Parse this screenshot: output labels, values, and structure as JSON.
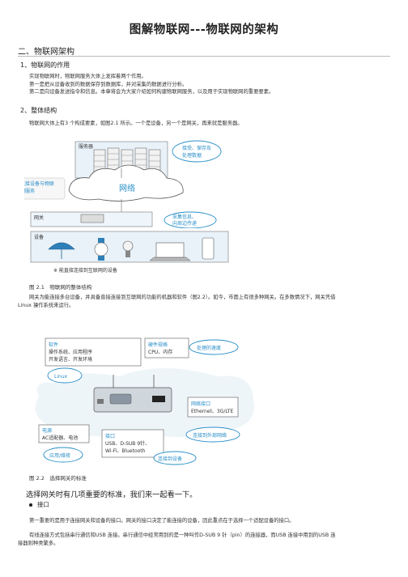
{
  "doc": {
    "title": "图解物联网---物联网的架构",
    "section": "二、物联网架构",
    "sub1": "1、物联网的作用",
    "p1": [
      "实现物联网时，物联网服务大体上发挥着两个作用。",
      "第一是把从设备收到的数据保存到数据库，并对采集的数据进行分析。",
      "第二是向设备发送指令和信息。本章将会为大家介绍如何构建物联网服务，以及用于实现物联网的重要要素。"
    ],
    "sub2": "2、整体结构",
    "p2": "物联网大体上有3 个构成要素，如图2.1 所示。一个是设备，另一个是网关，再来就是服务器。",
    "fig1": {
      "server": "服务器",
      "note_accum": [
        "接受、保存及",
        "处理数据"
      ],
      "cloud": "网络",
      "note_connect": [
        "连接设备与物联",
        "网服务"
      ],
      "gateway": "网关",
      "note_collect": [
        "采集信息、",
        "向周边传递"
      ],
      "devices": "设备",
      "footnote": "※ 能直接连接到互联网的设备",
      "caption": "图 2.1　物联网的整体结构"
    },
    "p3": [
      "网关为能连接多台设备，并具备直接连接到互联网的功能的机器和软件（图2.2）。如今，市面上有很多种网关。在多数情况下，网关凭借",
      "Linux 操作系统来运行。"
    ],
    "fig2": {
      "software_title": "软件",
      "software_lines": [
        "操作系统、应用程序",
        "开发语言、开发环境"
      ],
      "linux": "Linux",
      "hw_title": "硬件规格",
      "hw_line": "CPU、内存",
      "process": "处理的速度",
      "net_title": "网络接口",
      "net_line": "Ethernet、3G/LTE",
      "net_conn": "连接到外部网络",
      "power_title": "电源",
      "power_line": "AC适配器、电池",
      "use_env": "应用/维修",
      "if_title": "接口",
      "if_lines": [
        "USB、D-SUB 9针、",
        "Wi-Fi、Bluetooth"
      ],
      "dev_conn": "连接到设备",
      "caption": "图 2.2　选择网关的标准"
    },
    "lead": "选择网关时有几项重要的标准，我们来一起看一下。",
    "bullet": "接口",
    "p4": "第一重要的是用于连接网关和设备的接口。网关的接口决定了能连接的设备，因此重点在于选择一个适配设备的接口。",
    "p5": [
      "有线连接方式包括串行通信和USB 连接。串行通信中经常用到的是一种叫作D-SUB 9 针（pin）的连接器，而USB 连接中用到的USB 连",
      "接器则种类繁多。"
    ]
  }
}
